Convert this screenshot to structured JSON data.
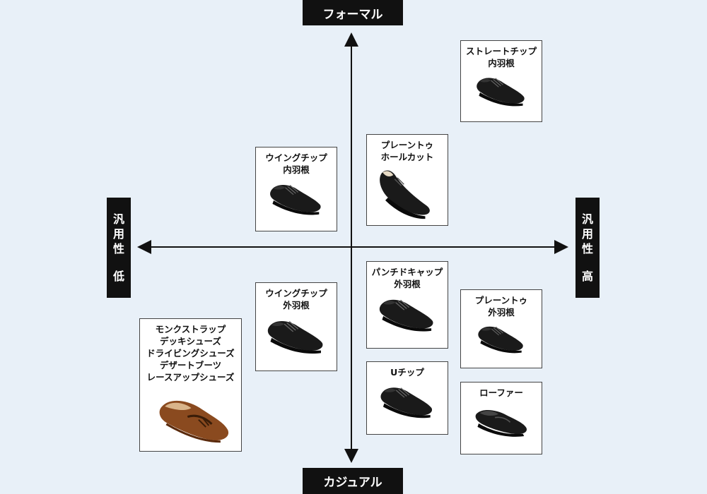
{
  "axes": {
    "top": "フォーマル",
    "bottom": "カジュアル",
    "left": [
      "汎",
      "用",
      "性",
      "低"
    ],
    "right": [
      "汎",
      "用",
      "性",
      "高"
    ]
  },
  "cards": [
    {
      "id": "straight-tip",
      "lines": [
        "ストレートチップ",
        "内羽根"
      ],
      "shoe": "black-lace-up",
      "color": "#1a1a1a"
    },
    {
      "id": "plain-toe-wholecut",
      "lines": [
        "プレーントゥ",
        "ホールカット"
      ],
      "shoe": "black-wholecut",
      "color": "#1a1a1a"
    },
    {
      "id": "wingtip-inner",
      "lines": [
        "ウイングチップ",
        "内羽根"
      ],
      "shoe": "black-lace-up",
      "color": "#1a1a1a"
    },
    {
      "id": "punched-cap-outer",
      "lines": [
        "パンチドキャップ",
        "外羽根"
      ],
      "shoe": "black-lace-up",
      "color": "#1a1a1a"
    },
    {
      "id": "wingtip-outer",
      "lines": [
        "ウイングチップ",
        "外羽根"
      ],
      "shoe": "black-lace-up",
      "color": "#1a1a1a"
    },
    {
      "id": "plain-toe-outer",
      "lines": [
        "プレーントゥ",
        "外羽根"
      ],
      "shoe": "black-lace-up",
      "color": "#1a1a1a"
    },
    {
      "id": "casual-group",
      "lines": [
        "モンクストラップ",
        "デッキシューズ",
        "ドライビングシューズ",
        "デザートブーツ",
        "レースアップシューズ"
      ],
      "shoe": "brown-driving",
      "color": "#8a4a1f"
    },
    {
      "id": "u-tip",
      "lines": [
        "Uチップ"
      ],
      "shoe": "black-lace-up",
      "color": "#1a1a1a"
    },
    {
      "id": "loafer",
      "lines": [
        "ローファー"
      ],
      "shoe": "black-loafer",
      "color": "#1a1a1a"
    }
  ]
}
